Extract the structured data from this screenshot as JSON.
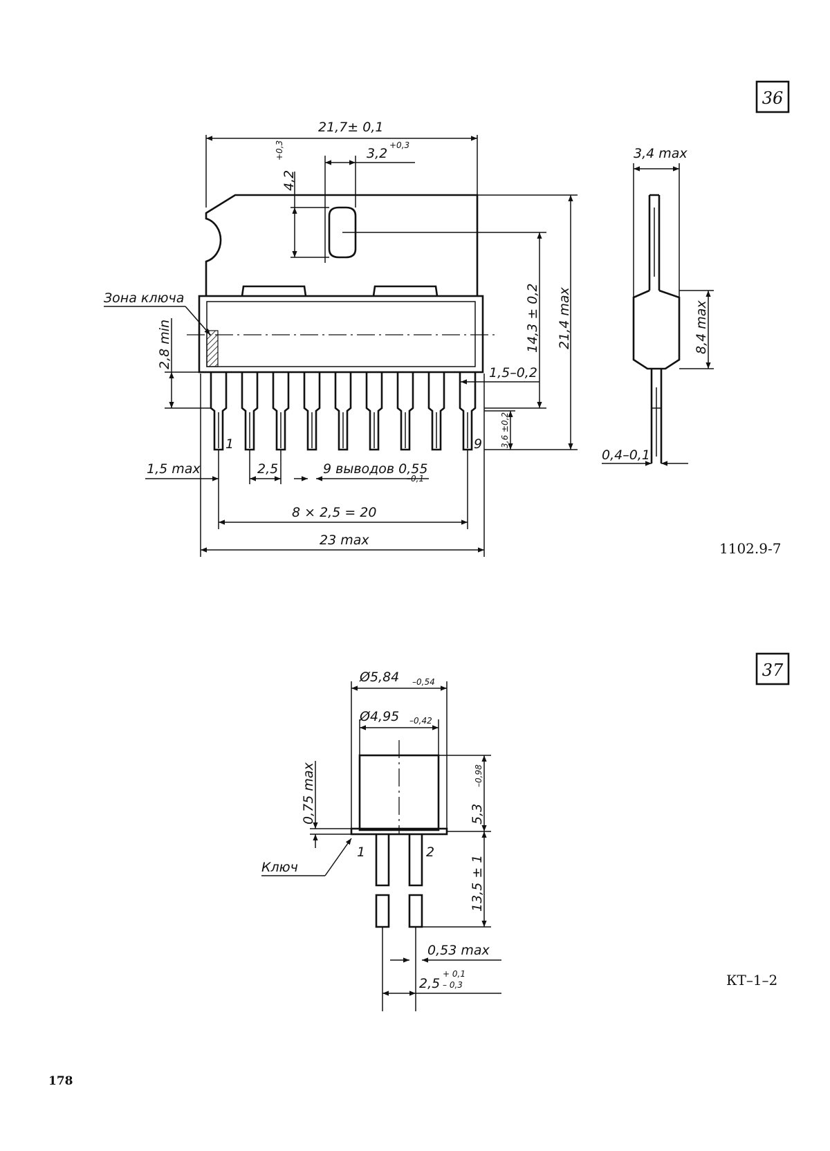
{
  "figure_36": {
    "number": "36",
    "code": "1102.9-7",
    "dimensions": {
      "overall_width": "21,7± 0,1",
      "hole_width": "3,2",
      "hole_width_tol": "+0,3",
      "hole_height": "4,2",
      "hole_height_tol": "+0,3",
      "height_14": "14,3 ± 0,2",
      "height_21": "21,4 max",
      "key_zone": "Зона ключа",
      "min_28": "2,8 min",
      "lead_15": "1,5–0,2",
      "lead_36": "3,6 ±0,2",
      "lead_max": "1,5 max",
      "pitch": "2,5",
      "leads_note": "9 выводов 0,55",
      "leads_note_tol": "–0,1",
      "pin_first": "1",
      "pin_last": "9",
      "span_pins": "8 × 2,5 = 20",
      "total_width": "23 max",
      "side_thickness": "3,4 max",
      "side_body": "8,4 max",
      "side_lead": "0,4–0,1"
    }
  },
  "figure_37": {
    "number": "37",
    "code": "КТ–1–2",
    "dimensions": {
      "d1": "Ø5,84",
      "d1_tol": "–0,54",
      "d2": "Ø4,95",
      "d2_tol": "–0,42",
      "flange": "0,75 max",
      "height": "5,3",
      "height_tol": "–0,98",
      "key": "Ключ",
      "pin1": "1",
      "pin2": "2",
      "lead_len": "13,5 ± 1",
      "lead_d": "0,53 max",
      "lead_pitch": "2,5",
      "lead_pitch_tol_top": "+ 0,1",
      "lead_pitch_tol_bot": "– 0,3"
    }
  },
  "page_number": "178"
}
